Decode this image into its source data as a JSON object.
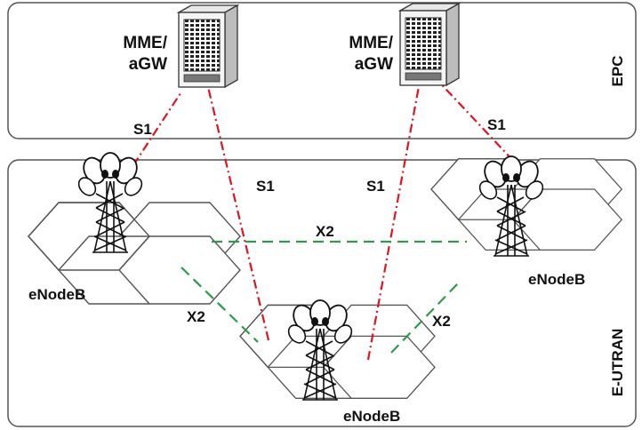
{
  "domains": {
    "epc": "EPC",
    "eutran": "E-UTRAN"
  },
  "mme_left": {
    "line1": "MME/",
    "line2": "aGW"
  },
  "mme_right": {
    "line1": "MME/",
    "line2": "aGW"
  },
  "enodeb_left": "eNodeB",
  "enodeb_right": "eNodeB",
  "enodeb_bottom": "eNodeB",
  "links": {
    "s1_top_left": "S1",
    "s1_top_right": "S1",
    "s1_mid_left": "S1",
    "s1_mid_right": "S1",
    "x2_top": "X2",
    "x2_left": "X2",
    "x2_right": "X2"
  },
  "colors": {
    "s1_line": "#e0141e",
    "x2_line": "#2e9a4a",
    "border": "#555555"
  }
}
